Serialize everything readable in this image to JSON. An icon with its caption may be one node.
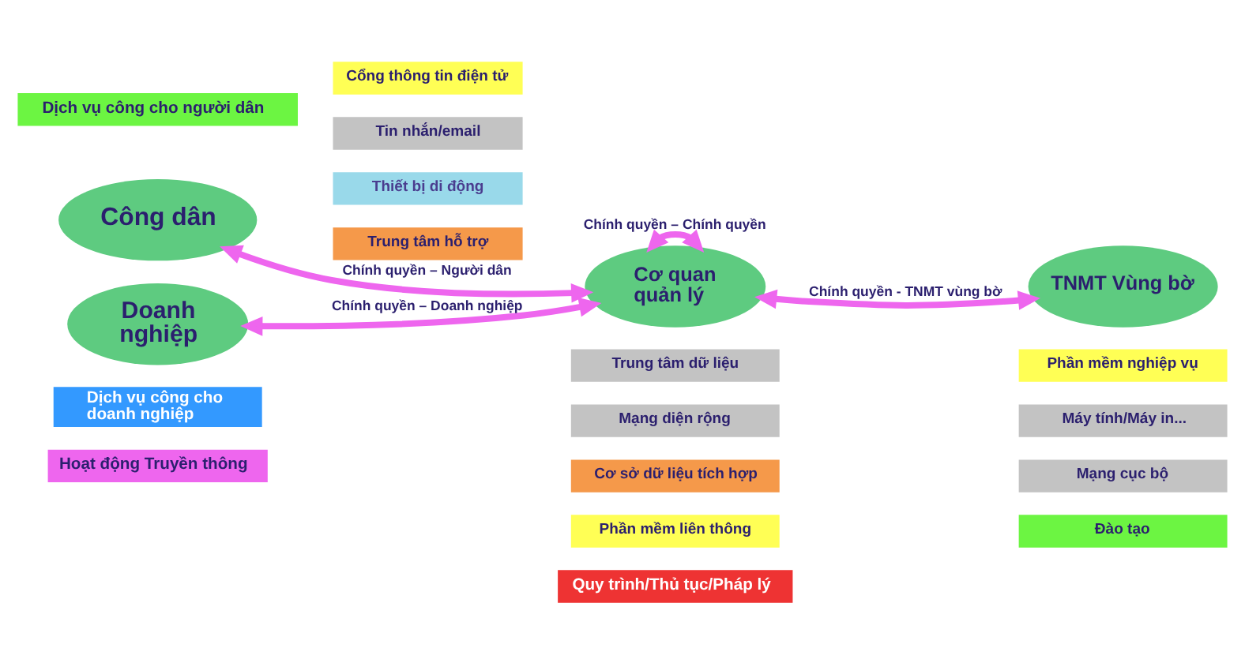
{
  "diagram": {
    "nodes": [
      {
        "text": [
          "Dịch vụ công cho người dân"
        ]
      },
      {
        "text": [
          "Công dân"
        ]
      },
      {
        "text": [
          "Cổng thông tin điện tử"
        ]
      },
      {
        "text": [
          "Tin nhắn/email"
        ]
      },
      {
        "text": [
          "Cơ quan quản lý"
        ]
      },
      {
        "text": [
          "TNMT Vùng bờ"
        ]
      },
      {
        "text": [
          "Thiết bị di động"
        ]
      },
      {
        "text": [
          "Trung tâm hỗ trợ"
        ]
      },
      {
        "text": [
          "Doanh nghiệp"
        ]
      },
      {
        "text": [
          "Trung tâm dữ liệu"
        ]
      },
      {
        "text": [
          "Phần mềm nghiệp vụ"
        ]
      },
      {
        "text": [
          "Mạng diện rộng"
        ]
      },
      {
        "text": [
          "Máy tính/Máy in..."
        ]
      },
      {
        "text": [
          "Cơ sở dữ liệu tích hợp"
        ]
      },
      {
        "text": [
          "Mạng cục bộ"
        ]
      },
      {
        "text": [
          "Dịch vụ công cho doanh nghiệp"
        ]
      },
      {
        "text": [
          "Phần mềm liên thông"
        ]
      },
      {
        "text": [
          "Đào tạo"
        ]
      },
      {
        "text": [
          "Hoạt động Truyền thông"
        ]
      },
      {
        "text": [
          "Quy trình/Thủ tục/Pháp lý"
        ]
      }
    ],
    "edges": [
      {
        "from": 1,
        "to": 4,
        "arrow": "both",
        "label": "Chính quyền – Người dân"
      },
      {
        "from": 4,
        "to": 4,
        "arrow": "both",
        "label": "Chính quyền – Chính quyền"
      },
      {
        "from": 4,
        "to": 5,
        "arrow": "both",
        "label": "Chính quyền - TNMT vùng bờ"
      },
      {
        "from": 8,
        "to": 4,
        "arrow": "both",
        "label": "Chính quyền – Doanh nghiệp"
      }
    ]
  }
}
